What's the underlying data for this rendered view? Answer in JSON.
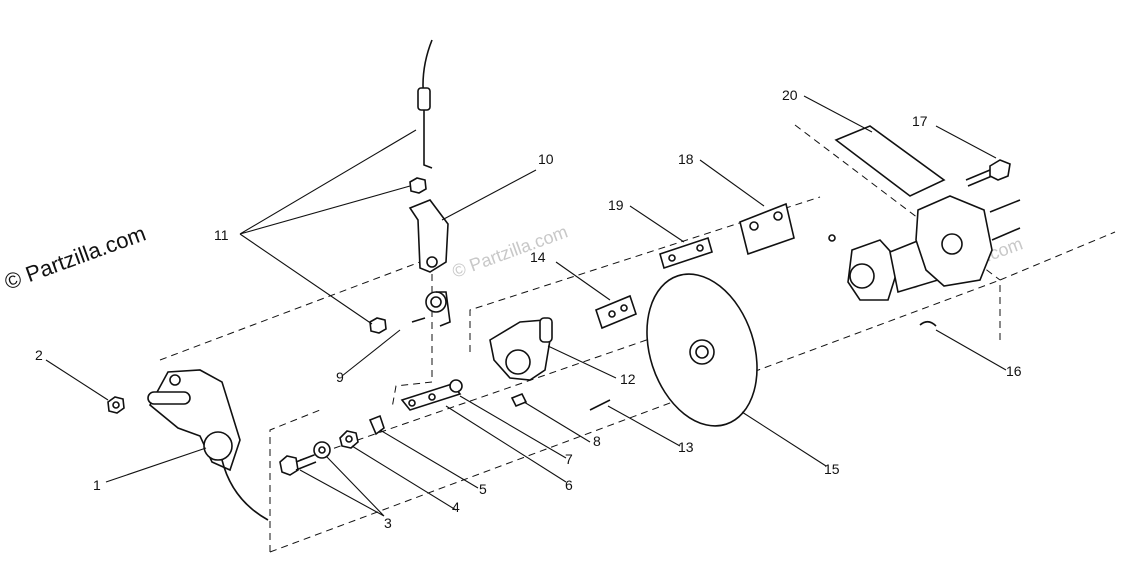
{
  "watermark": {
    "main": "© Partzilla.com",
    "faint": "© Partzilla.com"
  },
  "callouts": {
    "c1": "1",
    "c2": "2",
    "c3": "3",
    "c4": "4",
    "c5": "5",
    "c6": "6",
    "c7": "7",
    "c8": "8",
    "c9": "9",
    "c10": "10",
    "c11": "11",
    "c12": "12",
    "c13": "13",
    "c14": "14",
    "c15": "15",
    "c16": "16",
    "c17": "17",
    "c18": "18",
    "c19": "19",
    "c20": "20"
  }
}
